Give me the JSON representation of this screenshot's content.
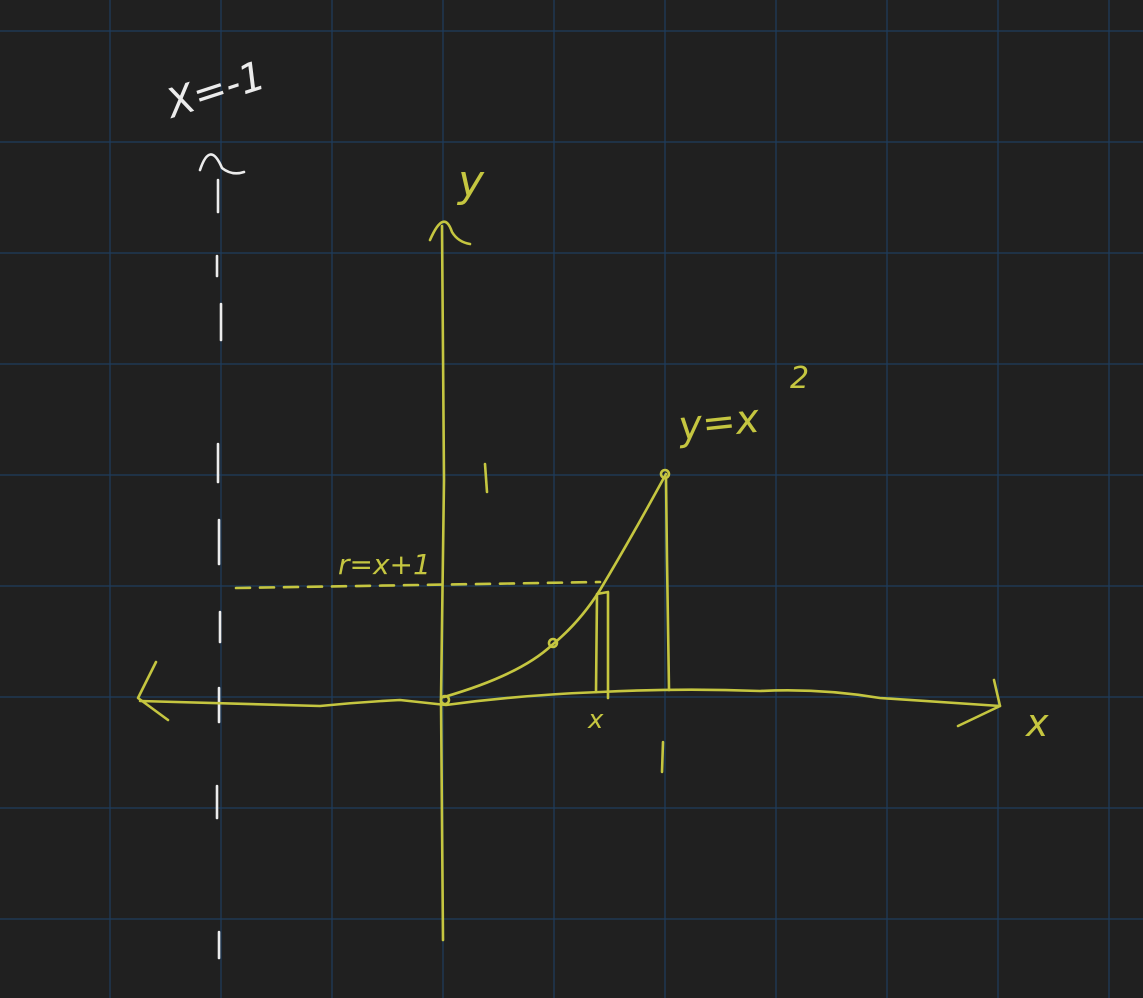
{
  "colors": {
    "background": "#202020",
    "grid": "#1f3d5e",
    "ink_yellow": "#c5c640",
    "ink_white": "#ececec"
  },
  "labels": {
    "asymptote": "X=-1",
    "y_axis": "y",
    "x_axis": "x",
    "curve": "y=x",
    "curve_exponent": "2",
    "radius": "r=x+1",
    "tick_y_one": "1",
    "tick_x_one": "1",
    "slice_x": "x"
  }
}
